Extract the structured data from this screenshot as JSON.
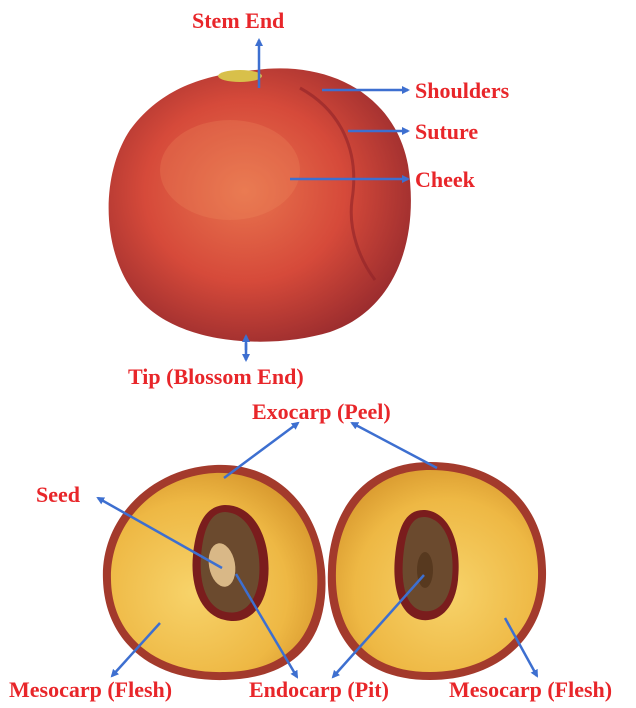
{
  "colors": {
    "label": "#e8262a",
    "arrow": "#3d6fd0",
    "peach_skin": "#d9503f",
    "peach_dark": "#9e2a2c",
    "flesh": "#f2c451",
    "pit": "#6b4a2e"
  },
  "labels": {
    "stem_end": "Stem End",
    "shoulders": "Shoulders",
    "suture": "Suture",
    "cheek": "Cheek",
    "tip": "Tip (Blossom End)",
    "exocarp": "Exocarp (Peel)",
    "seed": "Seed",
    "mesocarp_left": "Mesocarp (Flesh)",
    "endocarp": "Endocarp (Pit)",
    "mesocarp_right": "Mesocarp (Flesh)"
  },
  "images": {
    "whole_peach": "whole-peach",
    "halved_peach": "halved-peach"
  }
}
